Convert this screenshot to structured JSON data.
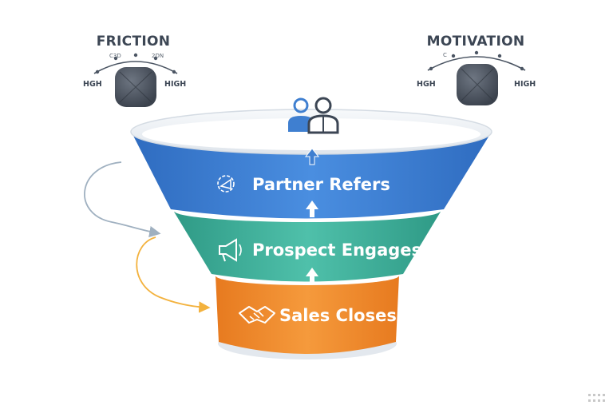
{
  "dials": [
    {
      "title": "FRICTION",
      "tick_left": "C3D",
      "tick_right": "2DN",
      "end_left": "HGH",
      "end_right": "HIGH"
    },
    {
      "title": "MOTIVATION",
      "tick_left": "C",
      "tick_right": "",
      "end_left": "HGH",
      "end_right": "HIGH"
    }
  ],
  "stages": [
    {
      "label": "Partner Refers",
      "icon": "share-badge-icon",
      "color": "#3f7fd0"
    },
    {
      "label": "Prospect Engages",
      "icon": "megaphone-icon",
      "color": "#3fae9a"
    },
    {
      "label": "Sales Closes",
      "icon": "handshake-icon",
      "color": "#f08a2c"
    }
  ],
  "top_icon": "people-icon",
  "colors": {
    "rim": "#e8ecf1",
    "blue": "#3f7fd0",
    "teal": "#3fae9a",
    "orange": "#f08a2c",
    "arrow": "#ffffff",
    "loop_blue": "#9fb0c0",
    "loop_orange": "#f3b23e",
    "knob": "#4a5260"
  }
}
